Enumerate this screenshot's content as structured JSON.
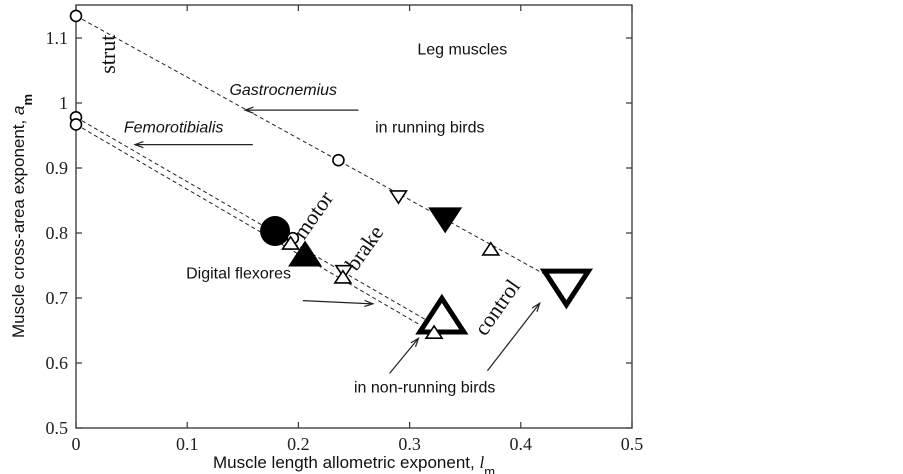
{
  "chart_data": {
    "type": "scatter",
    "title": "",
    "xlabel": "Muscle length allometric exponent, ",
    "xlabel_var": "l",
    "xlabel_sub": "m",
    "ylabel": "Muscle cross-area exponent, ",
    "ylabel_var": "a",
    "ylabel_sub": "m",
    "xlim": [
      0,
      0.5
    ],
    "ylim": [
      0.5,
      1.15
    ],
    "xticks": [
      0,
      0.1,
      0.2,
      0.3,
      0.4,
      0.5
    ],
    "xtick_labels": [
      "0",
      "0.1",
      "0.2",
      "0.3",
      "0.4",
      "0.5"
    ],
    "yticks": [
      0.5,
      0.6,
      0.7,
      0.8,
      0.9,
      1.0,
      1.1
    ],
    "ytick_labels": [
      "0.5",
      "0.6",
      "0.7",
      "0.8",
      "0.9",
      "1",
      "1.1"
    ],
    "grid": false,
    "legend": "none",
    "dashed_lines": [
      {
        "name": "gastrocnemius-line",
        "points": [
          [
            0,
            1.134
          ],
          [
            0.421,
            0.737
          ]
        ]
      },
      {
        "name": "femorotibialis-line",
        "points": [
          [
            0,
            0.978
          ],
          [
            0.314,
            0.667
          ]
        ]
      },
      {
        "name": "digital-flexores-line",
        "points": [
          [
            0,
            0.967
          ],
          [
            0.31,
            0.658
          ]
        ]
      }
    ],
    "points": [
      {
        "name": "gastrocnemius-strut",
        "x": 0.0,
        "y": 1.134,
        "marker": "circle",
        "fill": "open",
        "size": "small"
      },
      {
        "name": "femorotibialis-strut",
        "x": 0.0,
        "y": 0.978,
        "marker": "circle",
        "fill": "open",
        "size": "small"
      },
      {
        "name": "digital-flexores-strut",
        "x": 0.0,
        "y": 0.967,
        "marker": "circle",
        "fill": "open",
        "size": "small"
      },
      {
        "name": "gastrocnemius-open-circle",
        "x": 0.236,
        "y": 0.912,
        "marker": "circle",
        "fill": "open",
        "size": "small"
      },
      {
        "name": "motor-filled-circle",
        "x": 0.179,
        "y": 0.803,
        "marker": "circle",
        "fill": "filled",
        "size": "large"
      },
      {
        "name": "motor-open-circle",
        "x": 0.195,
        "y": 0.792,
        "marker": "circle",
        "fill": "open",
        "size": "small"
      },
      {
        "name": "motor-open-triangle-up",
        "x": 0.193,
        "y": 0.783,
        "marker": "triangle-up",
        "fill": "open",
        "size": "small"
      },
      {
        "name": "brake-filled-triangle-up",
        "x": 0.206,
        "y": 0.765,
        "marker": "triangle-up",
        "fill": "filled",
        "size": "large"
      },
      {
        "name": "brake-open-triangle-down",
        "x": 0.241,
        "y": 0.742,
        "marker": "triangle-down",
        "fill": "open",
        "size": "small"
      },
      {
        "name": "brake-open-triangle-up",
        "x": 0.24,
        "y": 0.731,
        "marker": "triangle-up",
        "fill": "open",
        "size": "small"
      },
      {
        "name": "gastrocnemius-open-triangle-down",
        "x": 0.29,
        "y": 0.857,
        "marker": "triangle-down",
        "fill": "open",
        "size": "small"
      },
      {
        "name": "gastrocnemius-filled-triangle-down",
        "x": 0.332,
        "y": 0.823,
        "marker": "triangle-down",
        "fill": "filled",
        "size": "large"
      },
      {
        "name": "gastrocnemius-open-triangle-up",
        "x": 0.373,
        "y": 0.774,
        "marker": "triangle-up",
        "fill": "open",
        "size": "small"
      },
      {
        "name": "control-large-open-triangle-down",
        "x": 0.441,
        "y": 0.72,
        "marker": "triangle-down",
        "fill": "open-thick",
        "size": "large"
      },
      {
        "name": "control-large-open-triangle-up",
        "x": 0.329,
        "y": 0.669,
        "marker": "triangle-up",
        "fill": "open-thick",
        "size": "large"
      },
      {
        "name": "control-small-open-triangle-up",
        "x": 0.322,
        "y": 0.646,
        "marker": "triangle-up",
        "fill": "open",
        "size": "small"
      }
    ],
    "annotations": [
      {
        "name": "leg-muscles-label",
        "text": "Leg muscles",
        "style": "sans",
        "x": 0.307,
        "y": 1.075
      },
      {
        "name": "gastrocnemius-label",
        "text": "Gastrocnemius",
        "style": "italic",
        "x": 0.138,
        "y": 1.012
      },
      {
        "name": "in-running-birds-label",
        "text": "in running birds",
        "style": "sans",
        "x": 0.269,
        "y": 0.955
      },
      {
        "name": "femorotibialis-label",
        "text": "Femorotibialis",
        "style": "italic",
        "x": 0.043,
        "y": 0.955
      },
      {
        "name": "digital-flexores-label",
        "text": "Digital flexores",
        "style": "sans",
        "x": 0.099,
        "y": 0.73
      },
      {
        "name": "in-non-running-birds-label",
        "text": "in non-running birds",
        "style": "sans",
        "x": 0.25,
        "y": 0.555
      },
      {
        "name": "strut-label",
        "text": "strut",
        "style": "serif",
        "x": 0.035,
        "y": 1.045,
        "rotate": -90
      },
      {
        "name": "motor-label",
        "text": "motor",
        "style": "serif",
        "x": 0.205,
        "y": 0.788,
        "rotate": -55
      },
      {
        "name": "brake-label",
        "text": "brake",
        "style": "serif",
        "x": 0.252,
        "y": 0.74,
        "rotate": -55
      },
      {
        "name": "control-label",
        "text": "control",
        "style": "serif",
        "x": 0.368,
        "y": 0.64,
        "rotate": -55
      }
    ],
    "arrows": [
      {
        "name": "gastrocnemius-arrow",
        "from": [
          0.254,
          0.989
        ],
        "to": [
          0.152,
          0.989
        ]
      },
      {
        "name": "femorotibialis-arrow",
        "from": [
          0.159,
          0.936
        ],
        "to": [
          0.053,
          0.936
        ]
      },
      {
        "name": "digital-flexores-arrow",
        "from": [
          0.204,
          0.696
        ],
        "to": [
          0.267,
          0.691
        ]
      },
      {
        "name": "non-running-arrow-1",
        "from": [
          0.282,
          0.584
        ],
        "to": [
          0.308,
          0.638
        ]
      },
      {
        "name": "non-running-arrow-2",
        "from": [
          0.37,
          0.588
        ],
        "to": [
          0.417,
          0.692
        ]
      }
    ]
  }
}
